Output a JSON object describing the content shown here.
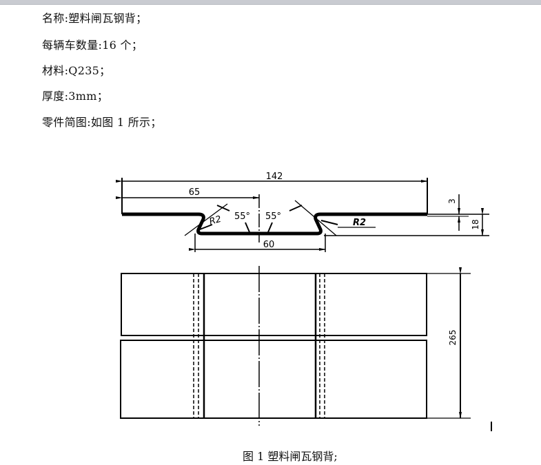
{
  "document": {
    "fields": [
      {
        "label": "名称",
        "separator": ":",
        "value": "塑料闸瓦钢背；",
        "text": "名称:塑料闸瓦钢背；"
      },
      {
        "label": "每辆车数量",
        "separator": ":",
        "value": "16 个；",
        "text": "每辆车数量:16 个；"
      },
      {
        "label": "材料",
        "separator": ":",
        "value": "Q235；",
        "text": "材料:Q235；"
      },
      {
        "label": "厚度",
        "separator": ":",
        "value": "3mm；",
        "text": "厚度:3mm；"
      },
      {
        "label": "零件简图",
        "separator": ":",
        "value": "如图 1 所示；",
        "text": "零件简图:如图 1 所示；"
      }
    ],
    "figure": {
      "caption": "图 1  塑料闸瓦钢背;",
      "section_view": {
        "overall_width": "142",
        "half_width": "65",
        "bottom_width": "60",
        "angle_left": "55°",
        "angle_right": "55°",
        "radius_left": "R2",
        "radius_right": "R2",
        "thickness": "3",
        "height": "18"
      },
      "plan_view": {
        "length": "265"
      }
    }
  }
}
